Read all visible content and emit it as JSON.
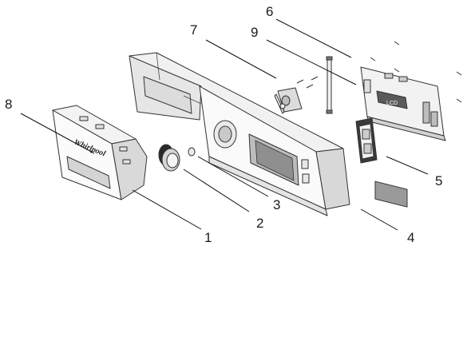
{
  "diagram": {
    "callouts": [
      {
        "label": "1",
        "part": "drawer-handle"
      },
      {
        "label": "2",
        "part": "selector-knob"
      },
      {
        "label": "3",
        "part": "knob-insert"
      },
      {
        "label": "4",
        "part": "control-panel"
      },
      {
        "label": "5",
        "part": "button-module"
      },
      {
        "label": "6",
        "part": "electronic-control-board"
      },
      {
        "label": "7",
        "part": "rotary-switch"
      },
      {
        "label": "8",
        "part": "handle-logo"
      },
      {
        "label": "9",
        "part": "ribbon-cable"
      }
    ],
    "logo_text": "Whirlpool",
    "board_text": "LCD"
  }
}
